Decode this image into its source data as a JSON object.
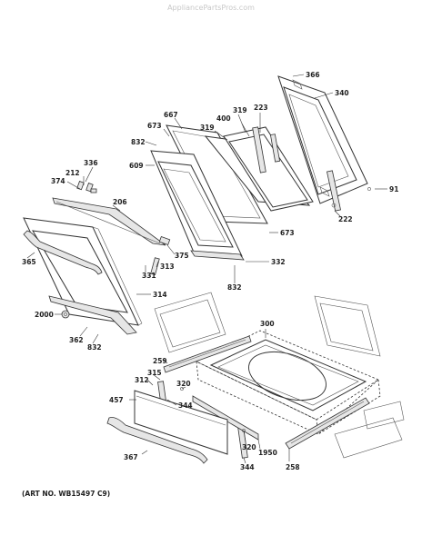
{
  "watermark": "AppliancePartsPros.com",
  "art_number": "(ART NO. WB15497 C9)",
  "callouts": [
    {
      "id": "366",
      "label": "366"
    },
    {
      "id": "340",
      "label": "340"
    },
    {
      "id": "667",
      "label": "667"
    },
    {
      "id": "319a",
      "label": "319"
    },
    {
      "id": "223",
      "label": "223"
    },
    {
      "id": "400",
      "label": "400"
    },
    {
      "id": "319b",
      "label": "319"
    },
    {
      "id": "673a",
      "label": "673"
    },
    {
      "id": "832a",
      "label": "832"
    },
    {
      "id": "609",
      "label": "609"
    },
    {
      "id": "336",
      "label": "336"
    },
    {
      "id": "212",
      "label": "212"
    },
    {
      "id": "374",
      "label": "374"
    },
    {
      "id": "91",
      "label": "91"
    },
    {
      "id": "222",
      "label": "222"
    },
    {
      "id": "206",
      "label": "206"
    },
    {
      "id": "673b",
      "label": "673"
    },
    {
      "id": "365",
      "label": "365"
    },
    {
      "id": "375",
      "label": "375"
    },
    {
      "id": "313",
      "label": "313"
    },
    {
      "id": "332",
      "label": "332"
    },
    {
      "id": "331",
      "label": "331"
    },
    {
      "id": "832b",
      "label": "832"
    },
    {
      "id": "314",
      "label": "314"
    },
    {
      "id": "2000",
      "label": "2000"
    },
    {
      "id": "300",
      "label": "300"
    },
    {
      "id": "362",
      "label": "362"
    },
    {
      "id": "832c",
      "label": "832"
    },
    {
      "id": "259",
      "label": "259"
    },
    {
      "id": "315",
      "label": "315"
    },
    {
      "id": "312",
      "label": "312"
    },
    {
      "id": "320a",
      "label": "320"
    },
    {
      "id": "457",
      "label": "457"
    },
    {
      "id": "344a",
      "label": "344"
    },
    {
      "id": "320b",
      "label": "320"
    },
    {
      "id": "1950",
      "label": "1950"
    },
    {
      "id": "367",
      "label": "367"
    },
    {
      "id": "344b",
      "label": "344"
    },
    {
      "id": "258",
      "label": "258"
    }
  ]
}
